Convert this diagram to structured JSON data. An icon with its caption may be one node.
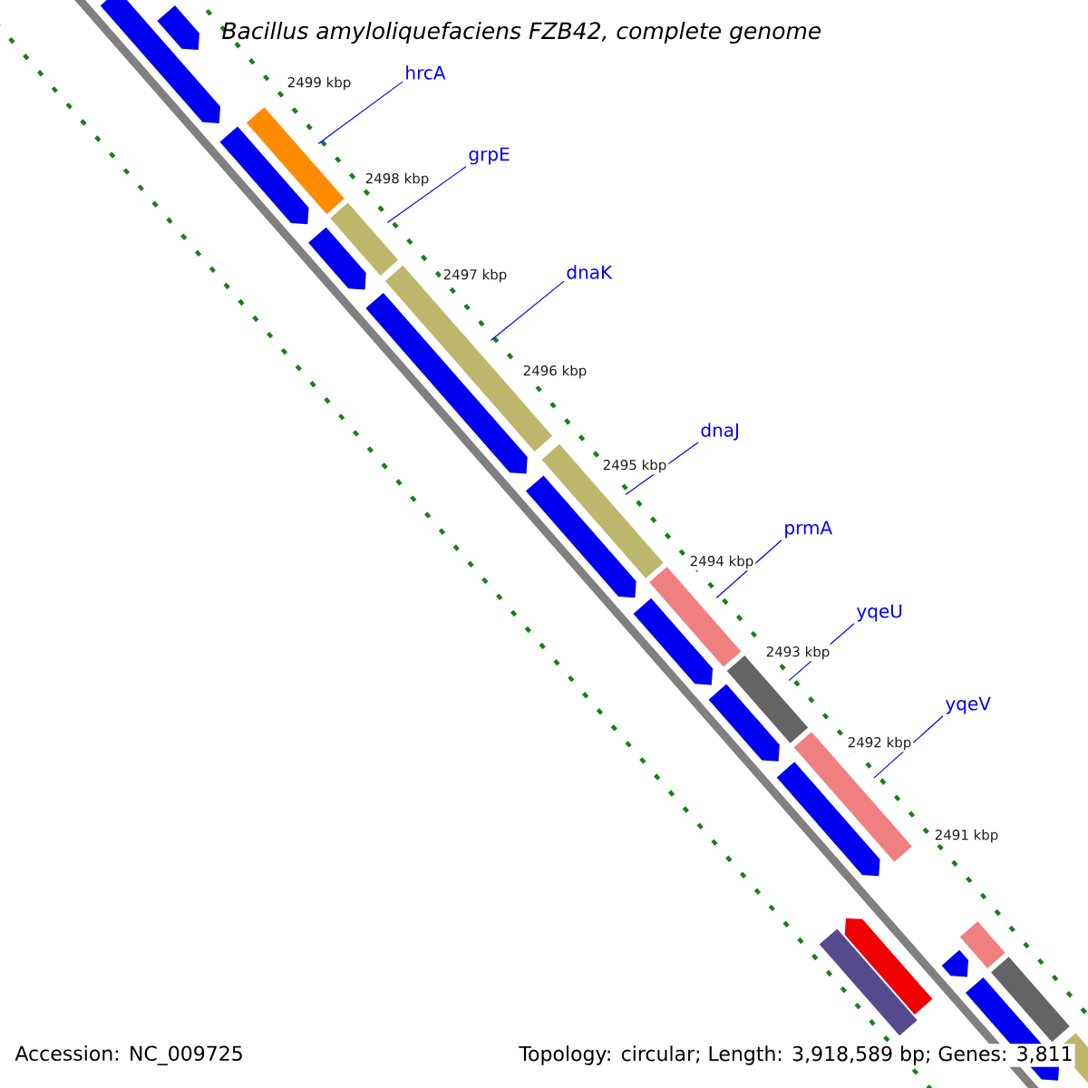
{
  "diagram": {
    "title": "Bacillus amyloliquefaciens FZB42, complete genome",
    "nodes": [
      {
        "text": [
          "hrcA"
        ]
      },
      {
        "text": [
          "grpE"
        ]
      },
      {
        "text": [
          "dnaK"
        ]
      },
      {
        "text": [
          "dnaJ"
        ]
      },
      {
        "text": [
          "prmA"
        ]
      },
      {
        "text": [
          "yqeU"
        ]
      },
      {
        "text": [
          "yqeV"
        ]
      },
      {
        "text": [],
        "shape": "pentagon"
      },
      {
        "text": [],
        "shape": "pentagon"
      },
      {
        "text": [],
        "shape": "bar"
      },
      {
        "text": [],
        "shape": "pentagon"
      },
      {
        "text": [],
        "shape": "bar"
      },
      {
        "text": [],
        "shape": "pentagon"
      },
      {
        "text": [],
        "shape": "bar"
      },
      {
        "text": [],
        "shape": "pentagon"
      },
      {
        "text": [],
        "shape": "bar"
      },
      {
        "text": [],
        "shape": "pentagon"
      },
      {
        "text": [],
        "shape": "bar"
      },
      {
        "text": [],
        "shape": "pentagon"
      },
      {
        "text": [],
        "shape": "bar"
      },
      {
        "text": [],
        "shape": "pentagon"
      },
      {
        "text": [],
        "shape": "bar"
      },
      {
        "text": [],
        "shape": "pentagon"
      },
      {
        "text": [],
        "shape": "bar"
      },
      {
        "text": [],
        "shape": "pentagon"
      },
      {
        "text": [],
        "shape": "pentagon"
      },
      {
        "text": [],
        "shape": "bar"
      },
      {
        "text": [],
        "shape": "pentagon"
      },
      {
        "text": [],
        "shape": "bar"
      },
      {
        "text": [],
        "shape": "bar"
      }
    ],
    "edges": [
      {
        "from": 0,
        "to": 9,
        "arrow": "none"
      },
      {
        "from": 1,
        "to": 11,
        "arrow": "none"
      },
      {
        "from": 2,
        "to": 13,
        "arrow": "none"
      },
      {
        "from": 3,
        "to": 15,
        "arrow": "none"
      },
      {
        "from": 4,
        "to": 17,
        "arrow": "none"
      },
      {
        "from": 5,
        "to": 19,
        "arrow": "none"
      },
      {
        "from": 6,
        "to": 21,
        "arrow": "none"
      }
    ],
    "labels": [
      "2499 kbp",
      "2498 kbp",
      "2497 kbp",
      "2496 kbp",
      "2495 kbp",
      "2494 kbp",
      "2493 kbp",
      "2492 kbp",
      "2491 kbp",
      "Accession: NC_009725",
      "Topology: circular; Length: 3,918,589 bp; Genes: 3,811"
    ]
  }
}
